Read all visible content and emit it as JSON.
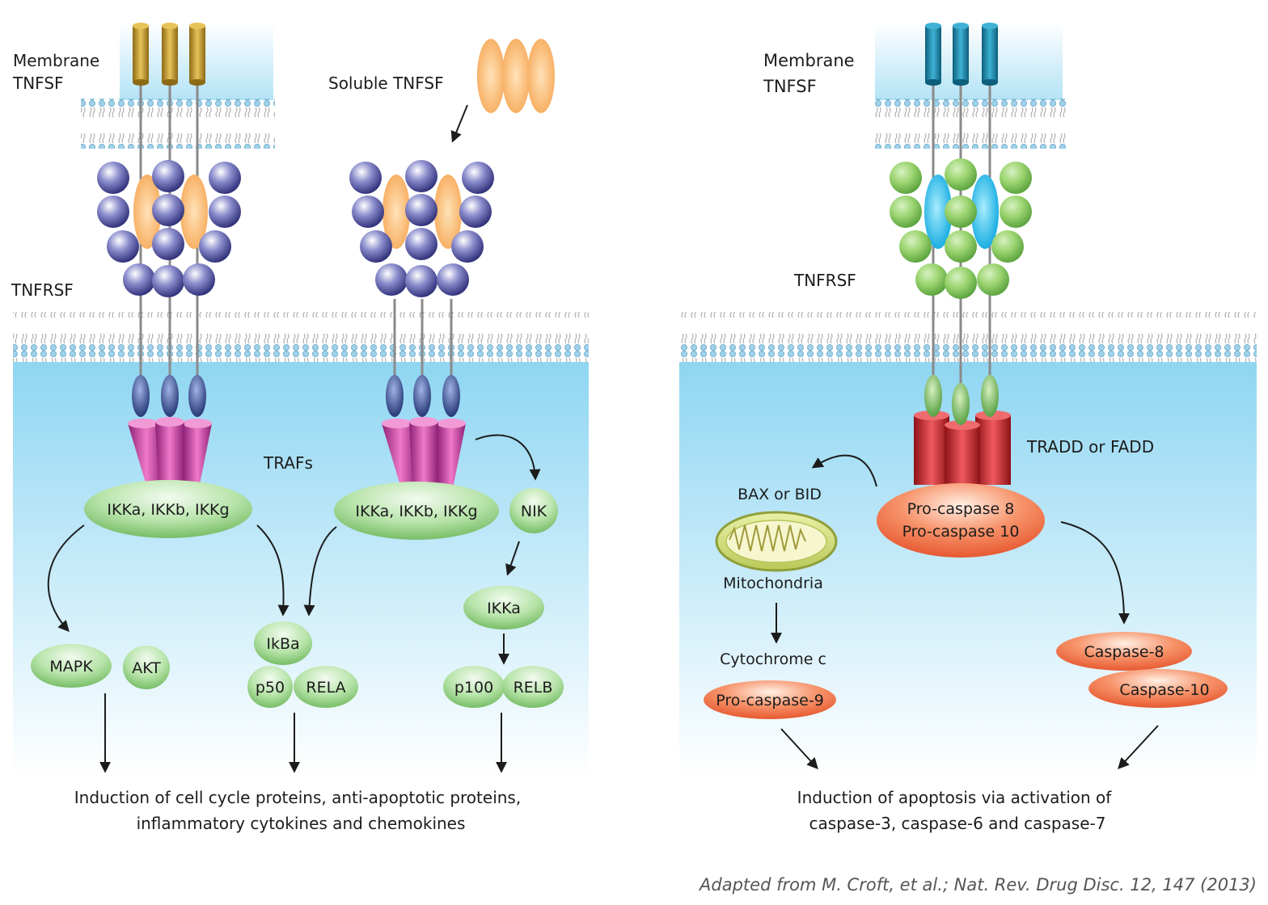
{
  "left_panel": {
    "membrane_label_1": "Membrane",
    "membrane_label_2": "TNFSF",
    "soluble_label": "Soluble TNFSF",
    "receptor_label": "TNFRSF",
    "trafs_label": "TRAFs",
    "ikk_complex_1": "IKKa, IKKb, IKKg",
    "ikk_complex_2": "IKKa, IKKb, IKKg",
    "nik": "NIK",
    "ikka": "IKKa",
    "mapk": "MAPK",
    "akt": "AKT",
    "ikba": "IkBa",
    "p50": "p50",
    "rela": "RELA",
    "p100": "p100",
    "relb": "RELB",
    "outcome_line_1": "Induction of cell cycle proteins, anti-apoptotic proteins,",
    "outcome_line_2": "inflammatory cytokines and chemokines"
  },
  "right_panel": {
    "membrane_label_1": "Membrane",
    "membrane_label_2": "TNFSF",
    "receptor_label": "TNFRSF",
    "adaptor_label": "TRADD or FADD",
    "procaspase_8": "Pro-caspase 8",
    "procaspase_10": "Pro-caspase 10",
    "bax_bid": "BAX or BID",
    "mitochondria": "Mitochondria",
    "cytochrome": "Cytochrome c",
    "procaspase_9": "Pro-caspase-9",
    "caspase_8": "Caspase-8",
    "caspase_10": "Caspase-10",
    "outcome_line_1": "Induction of apoptosis via activation of",
    "outcome_line_2": "caspase-3, caspase-6 and caspase-7"
  },
  "citation": "Adapted from M. Croft, et al.; Nat. Rev. Drug Disc. 12, 147 (2013)",
  "colors": {
    "cell_blue": "#a9dff4",
    "ligand_gold": "#c9a33a",
    "ligand_teal": "#1f8cae",
    "soluble_orange": "#f7b569",
    "receptor_purple": "#4d4d9a",
    "receptor_green": "#8cc95c",
    "traf_magenta": "#c0379d",
    "adaptor_red": "#c41e23",
    "node_green": "#9cd68c",
    "caspase_orange": "#f06b3a"
  }
}
